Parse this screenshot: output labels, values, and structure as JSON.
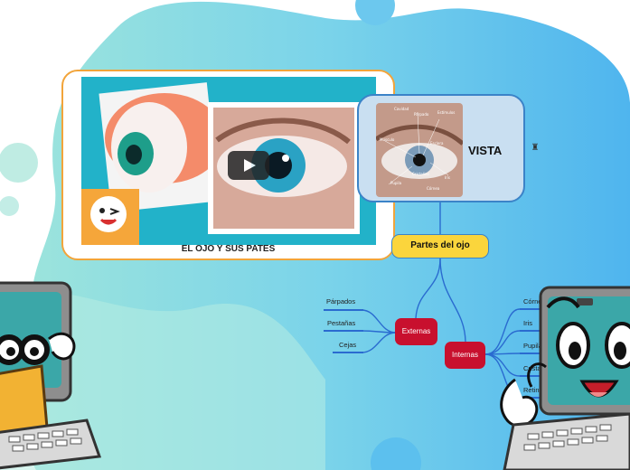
{
  "video": {
    "caption": "EL OJO Y SUS PATES"
  },
  "vista": {
    "title": "VISTA",
    "photo_labels": [
      "Cristalino",
      "Pupila",
      "Córnea",
      "Iris",
      "Músculo",
      "Esclera",
      "Párpado",
      "Cavidad",
      "Estímulos"
    ]
  },
  "hub": {
    "label": "Partes del ojo"
  },
  "externas": {
    "label": "Externas",
    "items": [
      "Párpados",
      "Pestañas",
      "Cejas"
    ]
  },
  "internas": {
    "label": "Internas",
    "items": [
      "Córnea",
      "Iris",
      "Pupila",
      "Cristalino",
      "Retina"
    ]
  },
  "colors": {
    "accent_blue": "#2a6bd0",
    "node_red": "#c8102e",
    "hub_yellow": "#fbd53c",
    "card_orange": "#f2a43a",
    "teal": "#1fb3c8"
  },
  "icons": [
    "play-icon",
    "link-icon",
    "eye-icon",
    "eyeball-icon",
    "emoji-face-icon"
  ]
}
